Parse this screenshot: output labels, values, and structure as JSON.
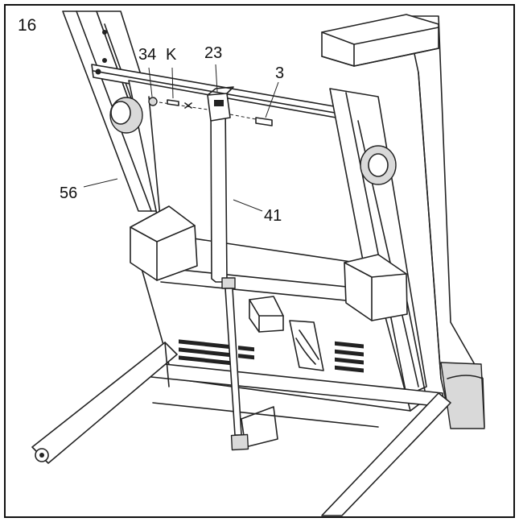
{
  "figure": {
    "step_number": "16",
    "callouts": {
      "screw": "34",
      "clip": "K",
      "pin_bracket": "23",
      "bolt": "3",
      "frame": "56",
      "shock": "41"
    }
  }
}
